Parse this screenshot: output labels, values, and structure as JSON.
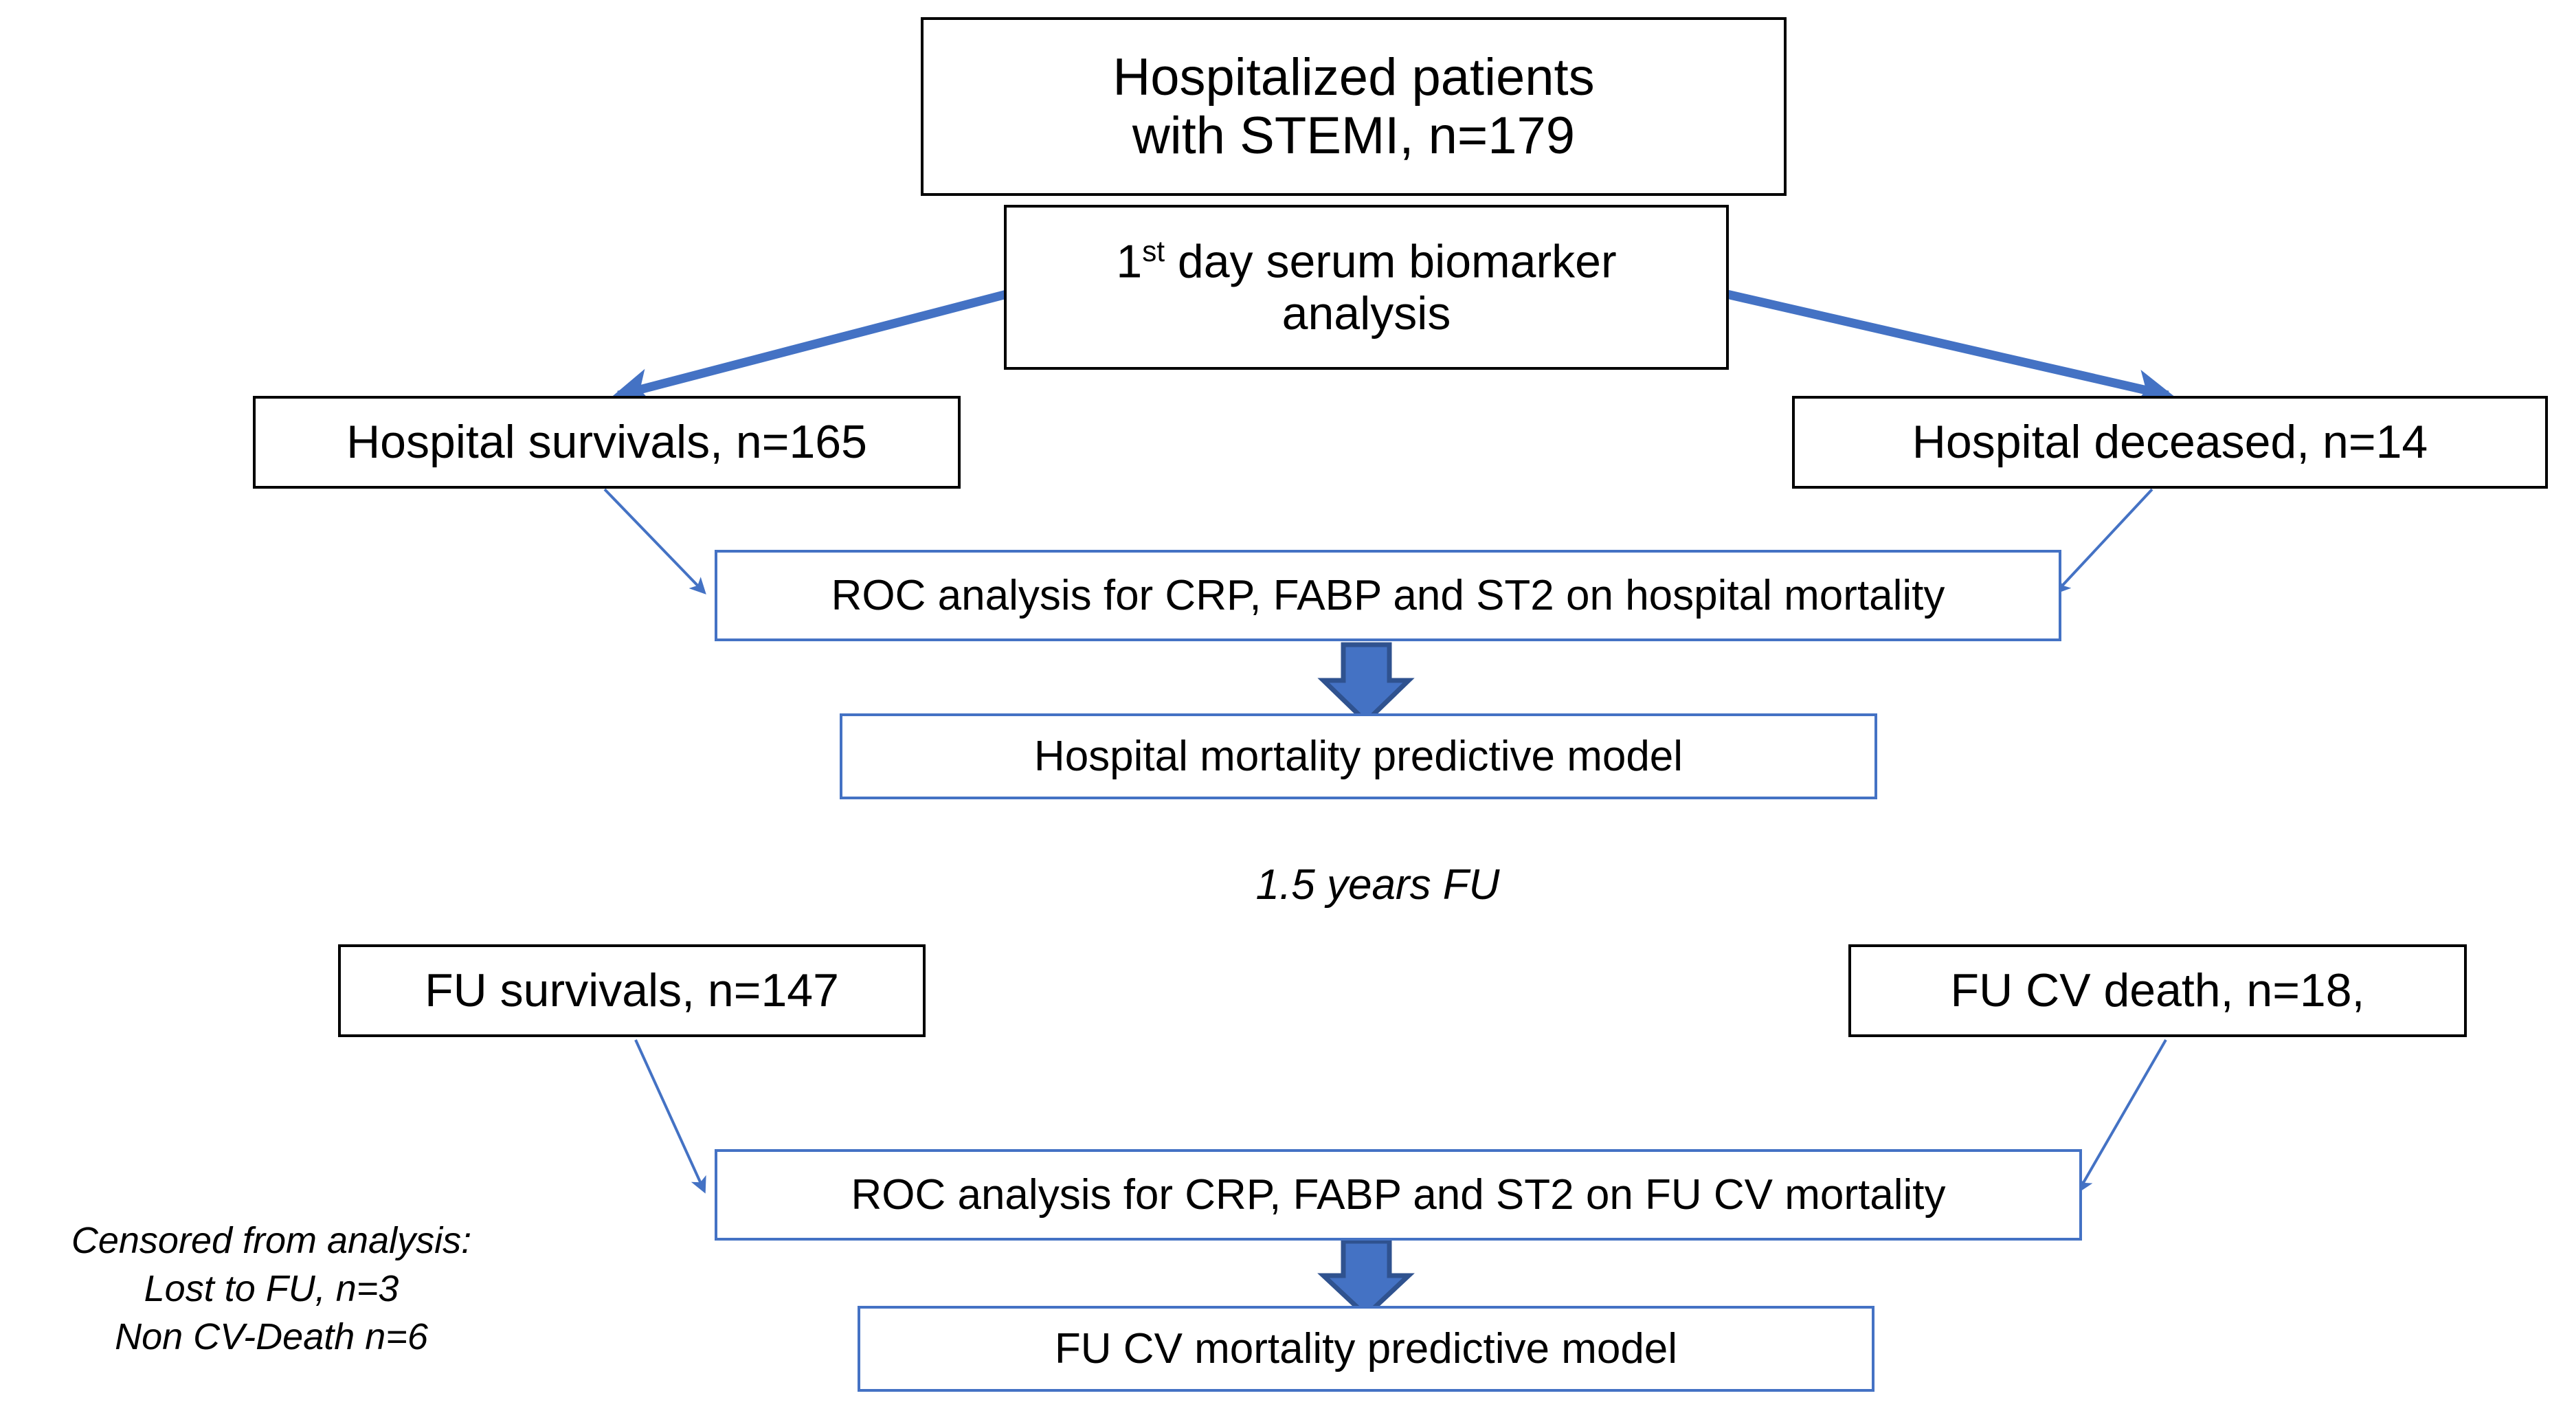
{
  "diagram": {
    "title": "STEMI biomarker study flow diagram",
    "colors": {
      "arrow_blue": "#4472C4",
      "arrow_blue_dark": "#2F528F",
      "box_black": "#000000",
      "background": "#FFFFFF"
    },
    "nodes": {
      "cohort": {
        "line1": "Hospitalized patients",
        "line2": "with STEMI, n=179"
      },
      "biomarker": {
        "line1_prefix": "1",
        "line1_sup": "st",
        "line1_rest": " day serum biomarker",
        "line2": "analysis"
      },
      "hospital_survivals": {
        "label": "Hospital survivals, n=165"
      },
      "hospital_deceased": {
        "label": "Hospital deceased, n=14"
      },
      "roc_hospital": {
        "label": "ROC analysis for CRP, FABP and ST2 on hospital mortality"
      },
      "model_hospital": {
        "label": "Hospital mortality predictive model"
      },
      "fu_survivals": {
        "label": "FU survivals, n=147"
      },
      "fu_cv_death": {
        "label": "FU CV death, n=18,"
      },
      "roc_fu": {
        "label": "ROC analysis for CRP, FABP and ST2 on FU CV mortality"
      },
      "model_fu": {
        "label": "FU CV mortality predictive model"
      }
    },
    "annotations": {
      "followup_period": "1.5 years FU",
      "censored_title": "Censored from analysis:",
      "censored_line1": "Lost to FU, n=3",
      "censored_line2": "Non CV-Death n=6"
    }
  }
}
